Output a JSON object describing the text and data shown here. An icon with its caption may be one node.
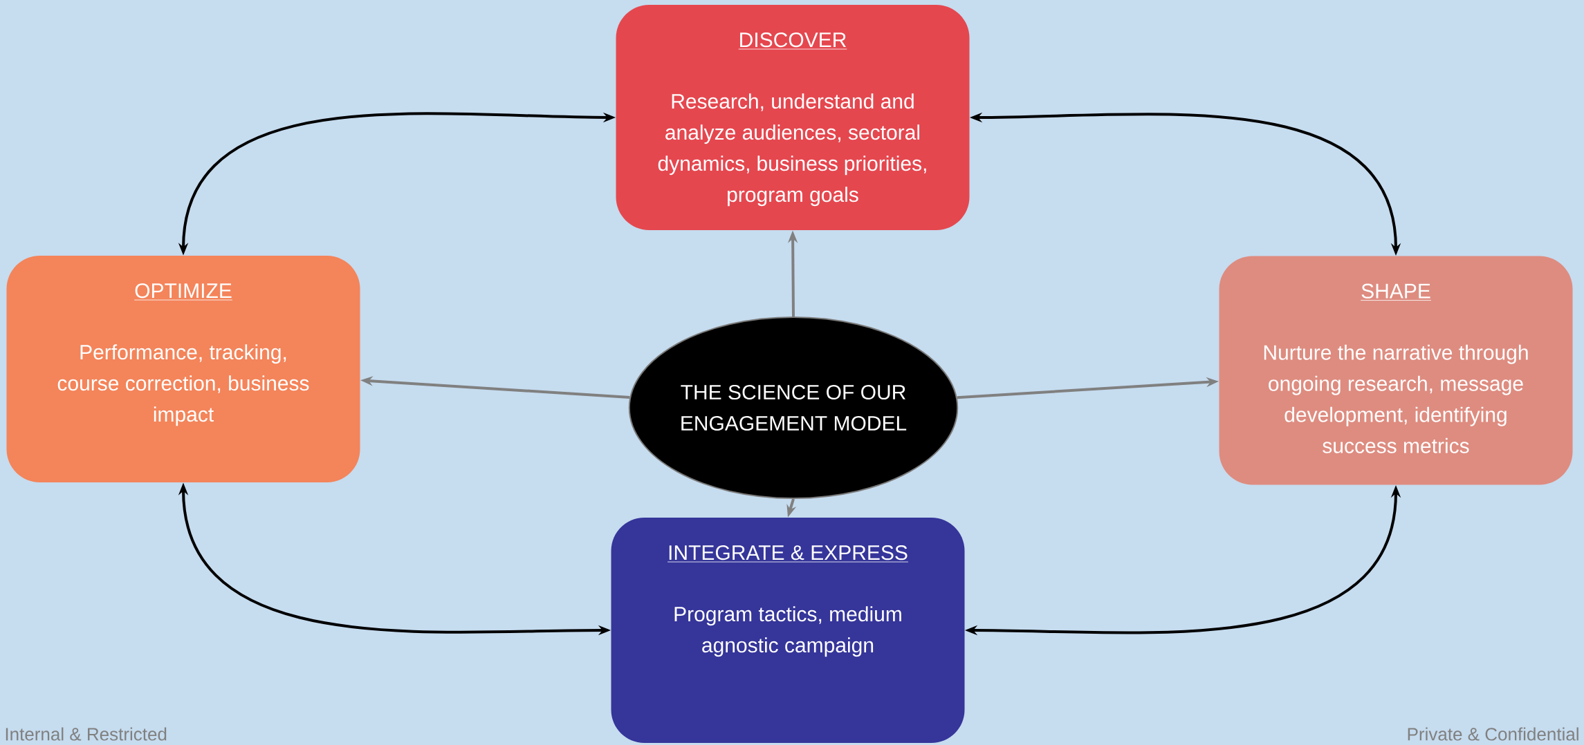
{
  "diagram": {
    "nodes": [
      {
        "text": [
          "DISCOVER",
          "Research, understand and analyze audiences, sectoral dynamics,  business priorities, program goals"
        ]
      },
      {
        "text": [
          "OPTIMIZE",
          "Performance, tracking, course correction, business impact"
        ]
      },
      {
        "text": [
          "THE SCIENCE OF OUR ENGAGEMENT MODEL"
        ]
      },
      {
        "text": [
          "SHAPE",
          "Nurture the narrative through ongoing research, message development, identifying success metrics"
        ]
      },
      {
        "text": [
          "INTEGRATE & EXPRESS",
          "Program tactics, medium agnostic campaign"
        ]
      }
    ],
    "edges": [
      {
        "from": 2,
        "to": 0,
        "arrow": "to",
        "color": "#808080"
      },
      {
        "from": 2,
        "to": 1,
        "arrow": "to",
        "color": "#808080"
      },
      {
        "from": 2,
        "to": 3,
        "arrow": "to",
        "color": "#808080"
      },
      {
        "from": 2,
        "to": 4,
        "arrow": "to",
        "color": "#808080"
      },
      {
        "from": 0,
        "to": 1,
        "arrow": "both",
        "color": "#000000"
      },
      {
        "from": 0,
        "to": 3,
        "arrow": "both",
        "color": "#000000"
      },
      {
        "from": 1,
        "to": 4,
        "arrow": "both",
        "color": "#000000"
      },
      {
        "from": 3,
        "to": 4,
        "arrow": "both",
        "color": "#000000"
      }
    ],
    "labels": [
      "Internal & Restricted",
      "Private & Confidential"
    ]
  }
}
